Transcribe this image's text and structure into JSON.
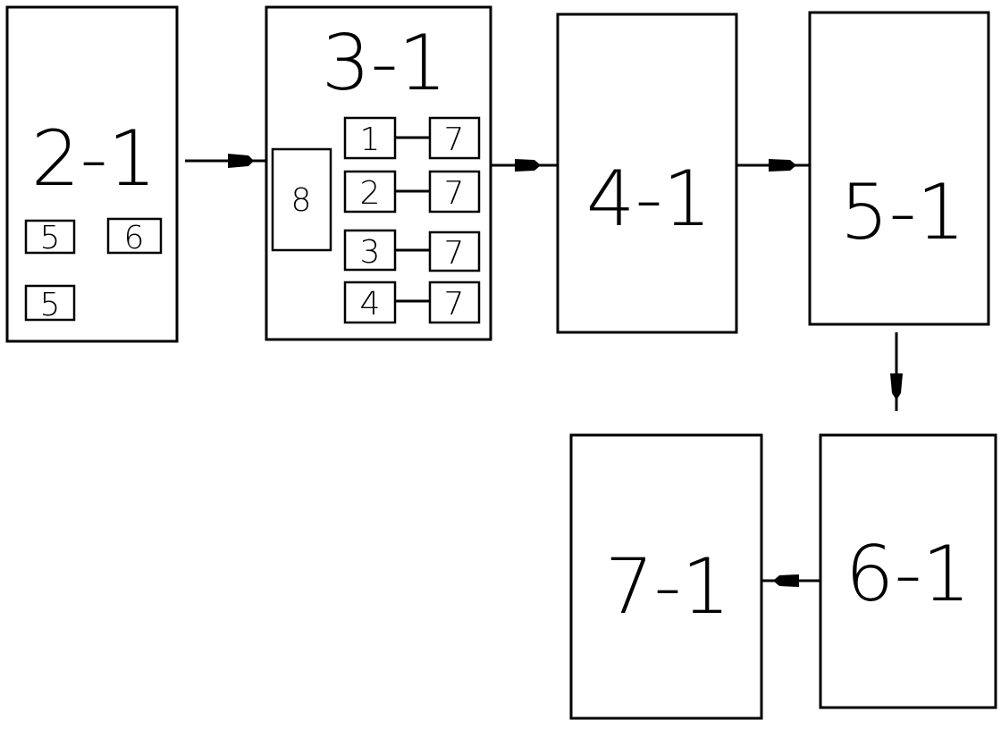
{
  "blocks": {
    "b2_1": "2-1",
    "b3_1": "3-1",
    "b4_1": "4-1",
    "b5_1": "5-1",
    "b6_1": "6-1",
    "b7_1": "7-1"
  },
  "b2_1_parts": {
    "p_top_left": "5",
    "p_top_right": "6",
    "p_bottom_left": "5"
  },
  "b3_1_parts": {
    "p8": "8",
    "p1": "1",
    "p2": "2",
    "p3": "3",
    "p4": "4",
    "p7a": "7",
    "p7b": "7",
    "p7c": "7",
    "p7d": "7"
  },
  "colors": {
    "stroke": "#000000",
    "background": "#ffffff"
  }
}
